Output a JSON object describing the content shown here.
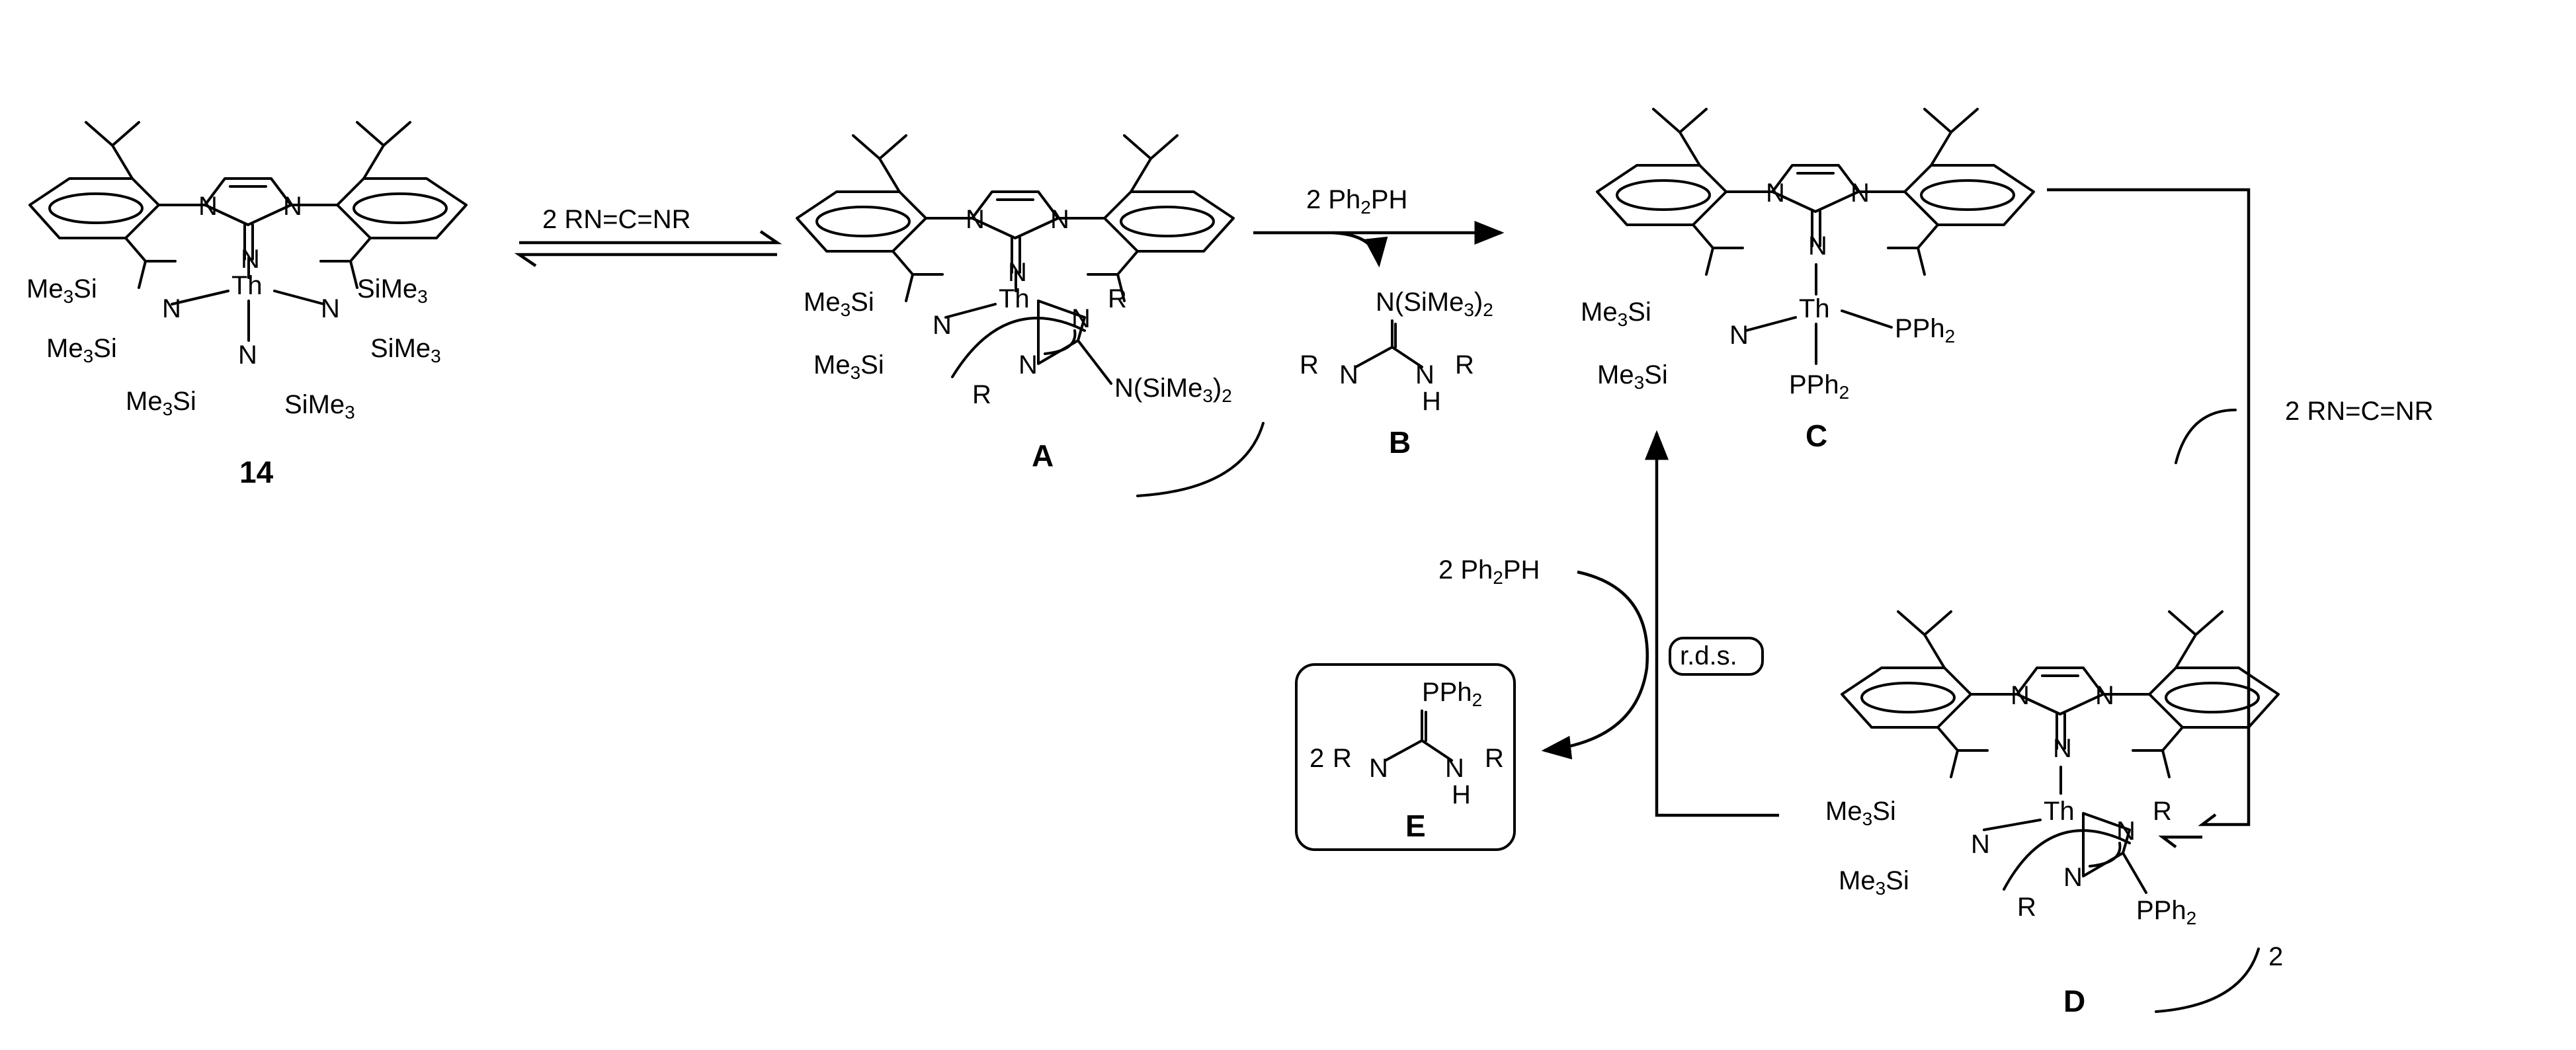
{
  "colors": {
    "ink": "#000000",
    "background": "#ffffff"
  },
  "atoms": {
    "thorium": "Th",
    "nitrogen": "N",
    "r_group": "R",
    "phosphide": "PPh",
    "phosphide_sub": "2"
  },
  "groups": {
    "tms": "Me",
    "tms_sub": "3",
    "tms_si": "Si",
    "si_tms_prefix": "Si",
    "si_tms_me": "Me",
    "bis_tms_amino": "N(SiMe",
    "bis_tms_amino_close": ")"
  },
  "reagents": {
    "carbodiimide": "2 RN=C=NR",
    "phosphine_prefix": "2 Ph",
    "phosphine_sub": "2",
    "phosphine_suffix": "PH",
    "rds": "r.d.s."
  },
  "labels": {
    "compound_14": "14",
    "compound_A": "A",
    "compound_B": "B",
    "compound_C": "C",
    "compound_D": "D",
    "compound_E": "E",
    "dimer_2": "2",
    "product_E_coeff": "2",
    "nh_h": "H"
  }
}
